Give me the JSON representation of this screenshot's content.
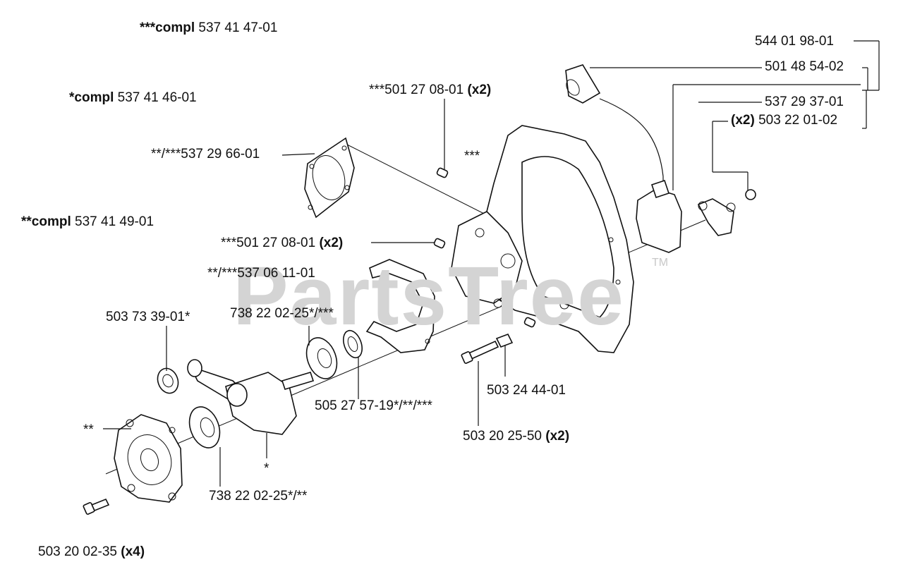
{
  "watermark": {
    "text": "PartsTree",
    "tm": "TM"
  },
  "labels": {
    "compl3": {
      "prefix": "***compl",
      "number": "537 41 47-01"
    },
    "compl1": {
      "prefix": "*compl",
      "number": "537 41 46-01"
    },
    "compl2": {
      "prefix": "**compl",
      "number": "537 41 49-01"
    },
    "p_537_29_66": {
      "text": "**/***537 29 66-01"
    },
    "p_501_27_top": {
      "text": "***501 27 08-01",
      "qty": "(x2)"
    },
    "p_501_27_mid": {
      "text": "***501 27 08-01",
      "qty": "(x2)"
    },
    "p_537_06_11": {
      "text": "**/***537 06 11-01"
    },
    "p_503_73_39": {
      "text": "503 73 39-01*"
    },
    "p_738_top": {
      "text": "738 22 02-25*/***"
    },
    "p_505_27": {
      "text": "505 27 57-19*/**/***"
    },
    "p_503_24_44": {
      "text": "503 24 44-01"
    },
    "p_503_20_25": {
      "text": "503 20 25-50",
      "qty": "(x2)"
    },
    "p_738_bottom": {
      "text": "738 22 02-25*/**"
    },
    "p_503_20_02": {
      "text": "503 20 02-35",
      "qty": "(x4)"
    },
    "p_544_01_98": {
      "text": "544 01 98-01"
    },
    "p_501_48_54": {
      "text": "501 48 54-02"
    },
    "p_537_29_37": {
      "text": "537 29 37-01"
    },
    "p_503_22_01": {
      "qty": "(x2)",
      "text": "503 22 01-02"
    },
    "star3": {
      "text": "***"
    },
    "star2": {
      "text": "**"
    },
    "star1": {
      "text": "*"
    }
  }
}
